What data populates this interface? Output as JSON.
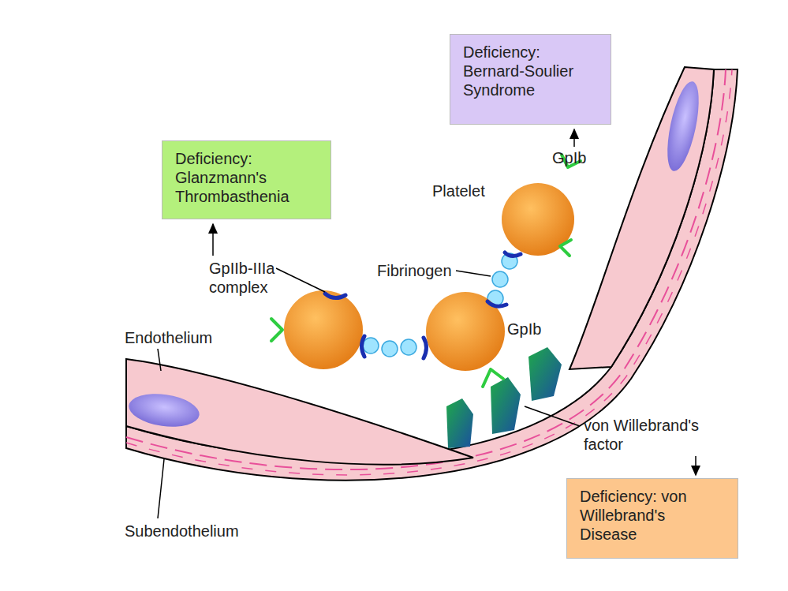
{
  "diagram": {
    "nodes": [
      {
        "text": [
          "Deficiency: Bernard-Soulier Syndrome"
        ]
      },
      {
        "text": [
          "Deficiency: Glanzmann's Thrombasthenia"
        ]
      },
      {
        "text": [
          "Deficiency: von Willebrand's Disease"
        ]
      }
    ],
    "labels": [
      "GpIb",
      "Platelet",
      "Fibrinogen",
      "GpIIb-IIIa complex",
      "GpIb",
      "Endothelium",
      "von Willebrand's factor",
      "Subendothelium"
    ]
  }
}
